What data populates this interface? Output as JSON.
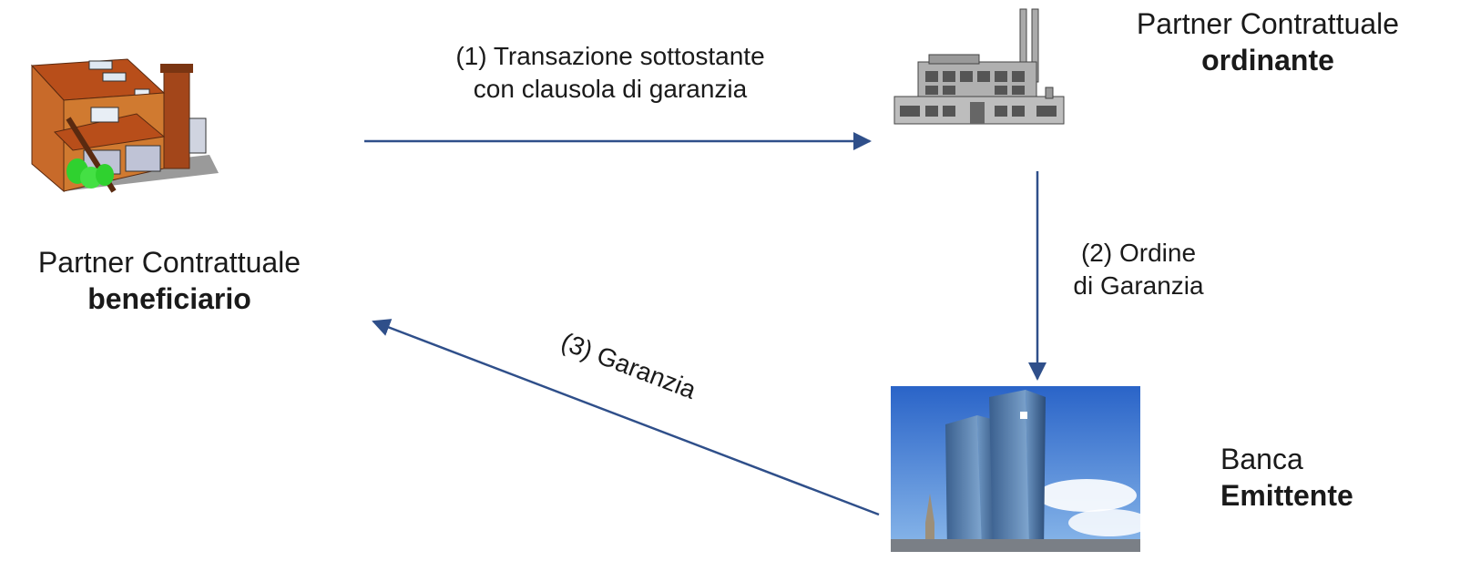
{
  "parties": {
    "beneficiary": {
      "line1": "Partner Contrattuale",
      "line2": "beneficiario",
      "icon": "house-icon"
    },
    "orderer": {
      "line1": "Partner Contrattuale",
      "line2": "ordinante",
      "icon": "factory-icon"
    },
    "issuer": {
      "line1": "Banca",
      "line2": "Emittente",
      "icon": "bank-tower-photo"
    }
  },
  "flows": {
    "step1": {
      "line1": "(1) Transazione sottostante",
      "line2": "con clausola di garanzia"
    },
    "step2": {
      "line1": "(2) Ordine",
      "line2": "di Garanzia"
    },
    "step3": {
      "text": "(3) Garanzia"
    }
  },
  "colors": {
    "arrow": "#2f4f8a",
    "text": "#1a1a1a"
  }
}
